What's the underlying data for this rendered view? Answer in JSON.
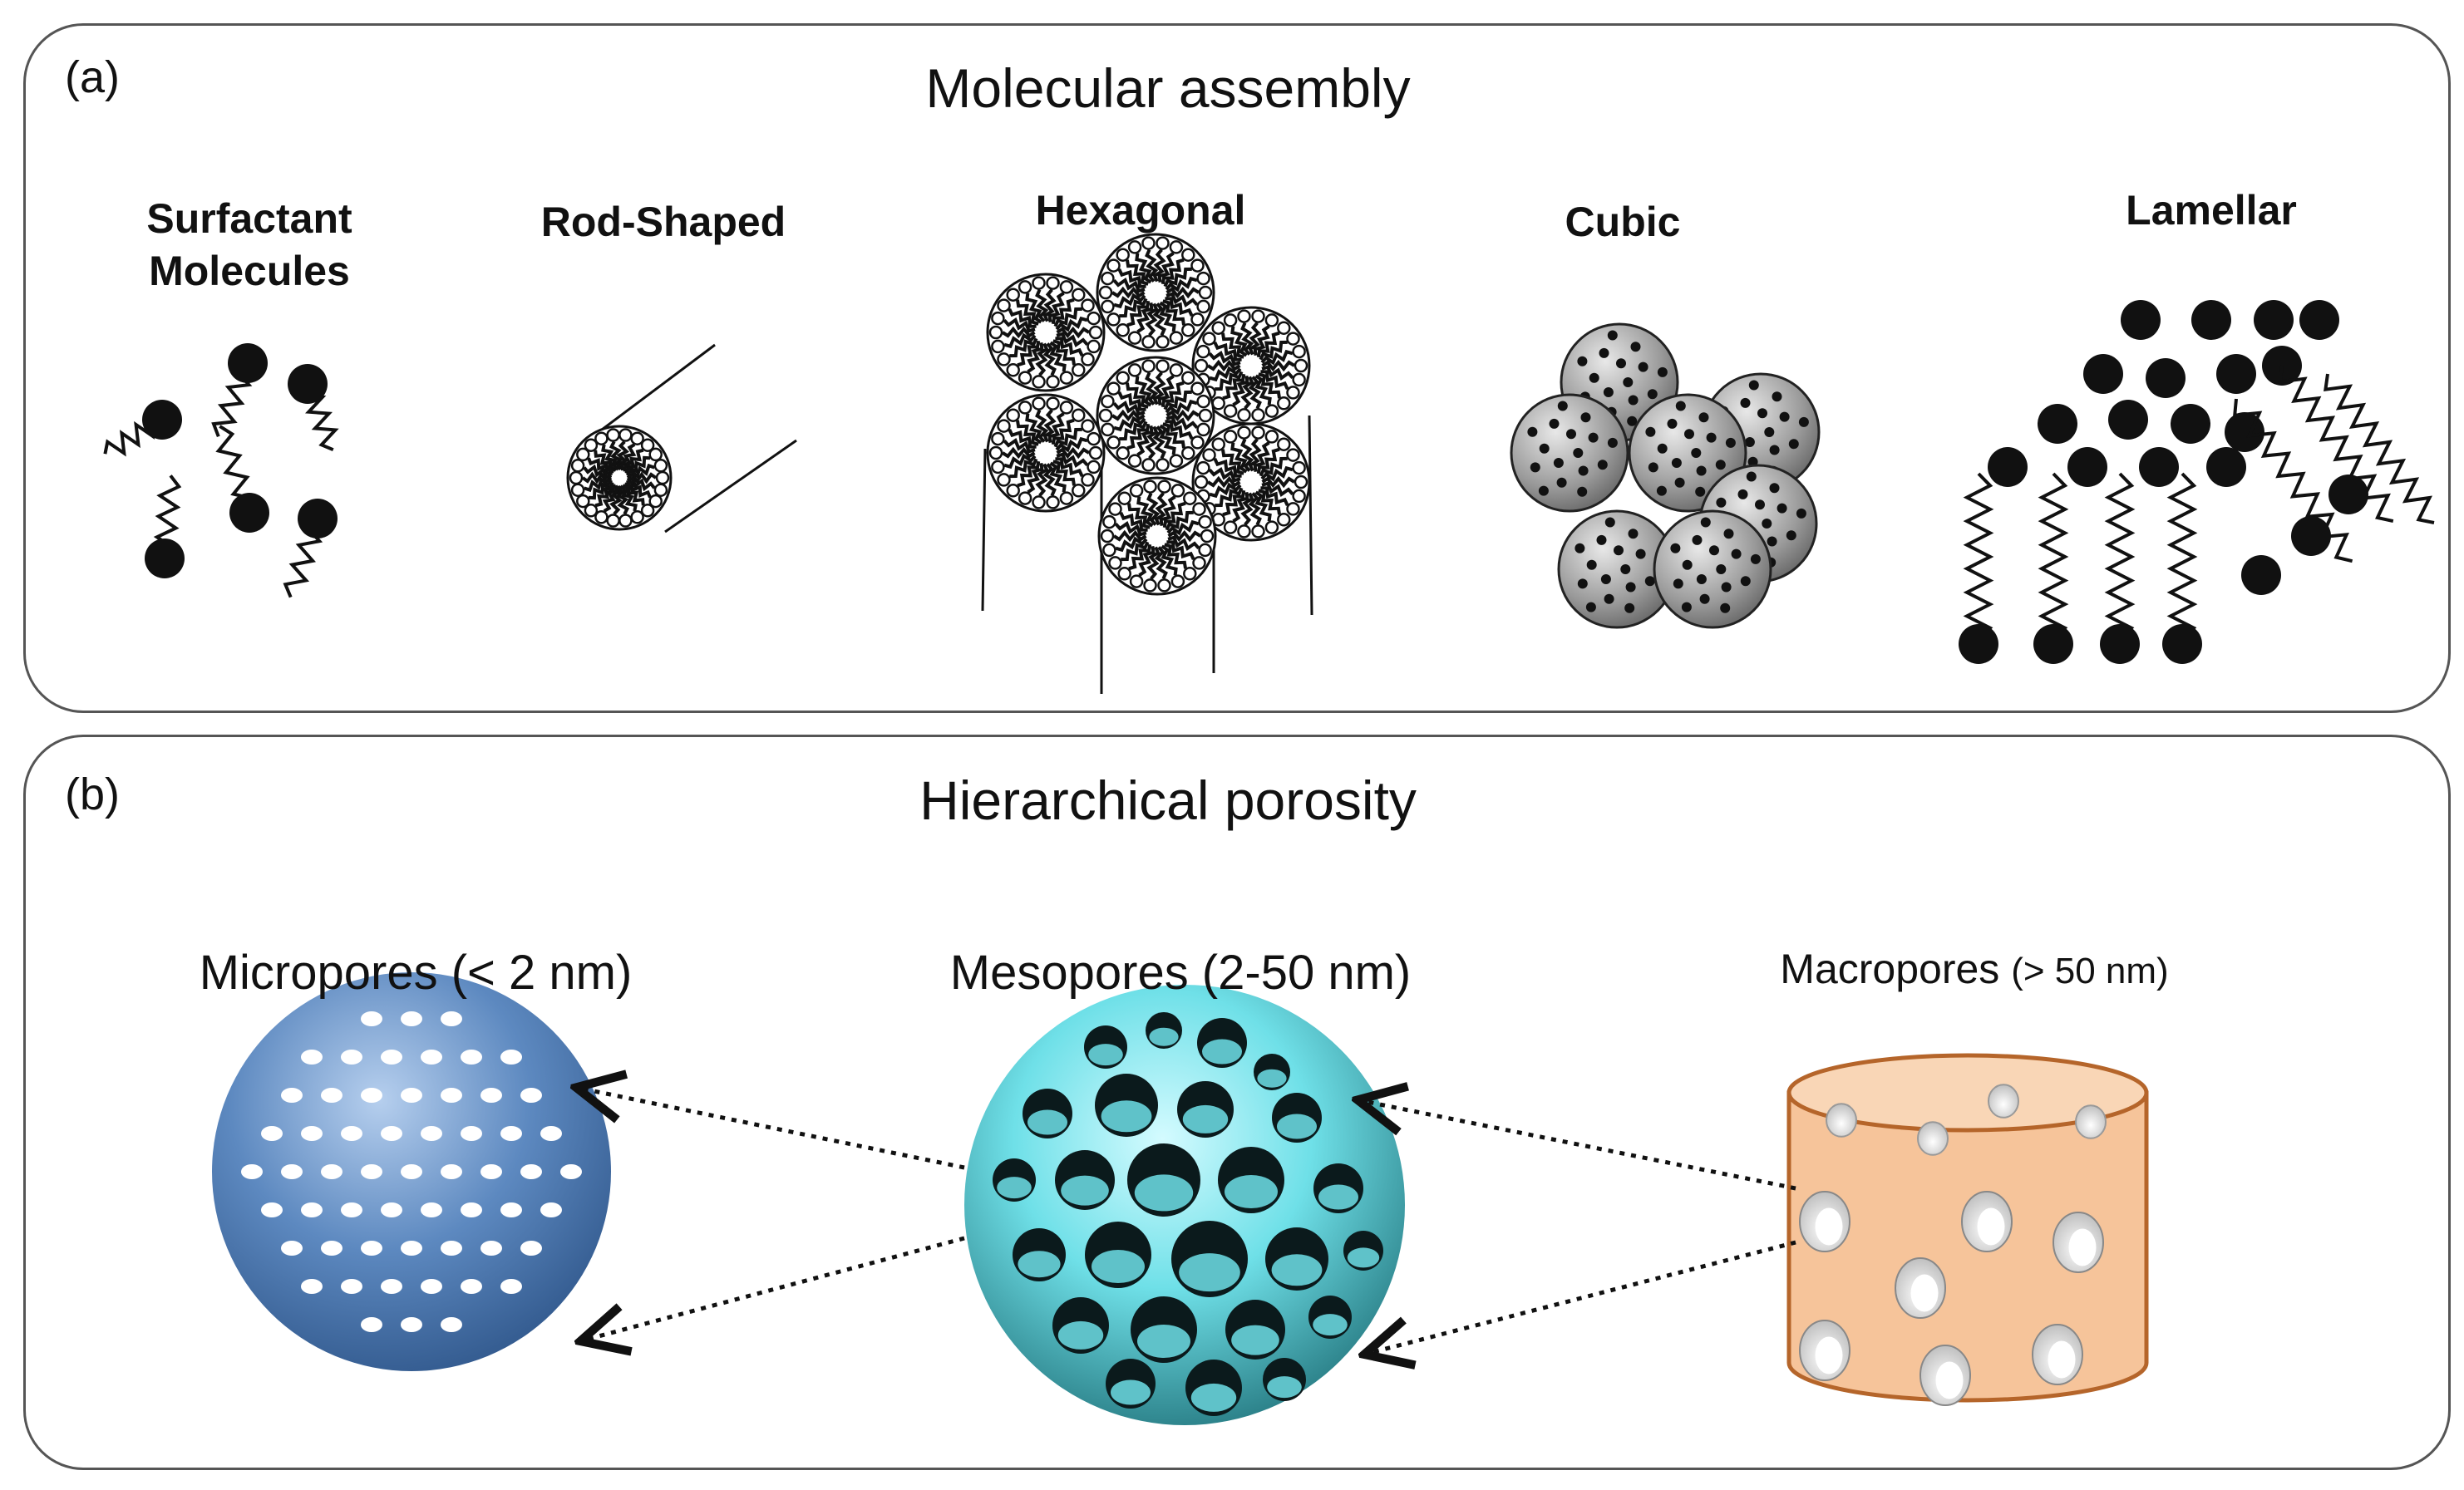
{
  "panel_a": {
    "letter": "(a)",
    "title": "Molecular assembly",
    "structures": {
      "surfactant": "Surfactant\nMolecules",
      "rod": "Rod-Shaped",
      "hexagonal": "Hexagonal",
      "cubic": "Cubic",
      "lamellar": "Lamellar"
    }
  },
  "panel_b": {
    "letter": "(b)",
    "title": "Hierarchical porosity",
    "pores": {
      "micro": "Micropores (< 2 nm)",
      "meso": "Mesopores (2-50 nm)",
      "macro_main": "Macropores",
      "macro_range": "(> 50 nm)"
    }
  },
  "colors": {
    "micro_sphere": "#4a78b0",
    "meso_sphere": "#6fe0e8",
    "macro_cylinder": "#f6c49a",
    "macro_outline": "#b5652a",
    "panel_border": "#555555"
  }
}
